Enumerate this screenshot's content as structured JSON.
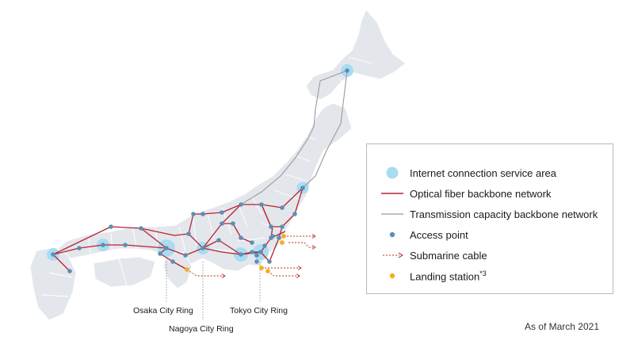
{
  "colors": {
    "land": "#e3e7ec",
    "prefecture_border": "#ffffff",
    "service_area": "#a9dcf3",
    "fiber": "#b8232f",
    "transmission": "#9a9a9a",
    "access_point": "#5d8fb3",
    "landing_station": "#f2b01e",
    "submarine": "#c0392b"
  },
  "legend": {
    "items": [
      {
        "key": "service_area",
        "label": "Internet connection service area"
      },
      {
        "key": "fiber",
        "label": "Optical fiber backbone network"
      },
      {
        "key": "transmission",
        "label": "Transmission capacity backbone network"
      },
      {
        "key": "access_point",
        "label": "Access point"
      },
      {
        "key": "submarine",
        "label": "Submarine cable"
      },
      {
        "key": "landing_station",
        "label": "Landing station",
        "note": "*3"
      }
    ]
  },
  "map": {
    "city_rings": [
      {
        "name": "Osaka City Ring"
      },
      {
        "name": "Nagoya City Ring"
      },
      {
        "name": "Tokyo City Ring"
      }
    ],
    "as_of": "As of March 2021",
    "icons": [
      "service-area-circle",
      "access-point-dot",
      "landing-station-dot",
      "submarine-arrow"
    ]
  }
}
